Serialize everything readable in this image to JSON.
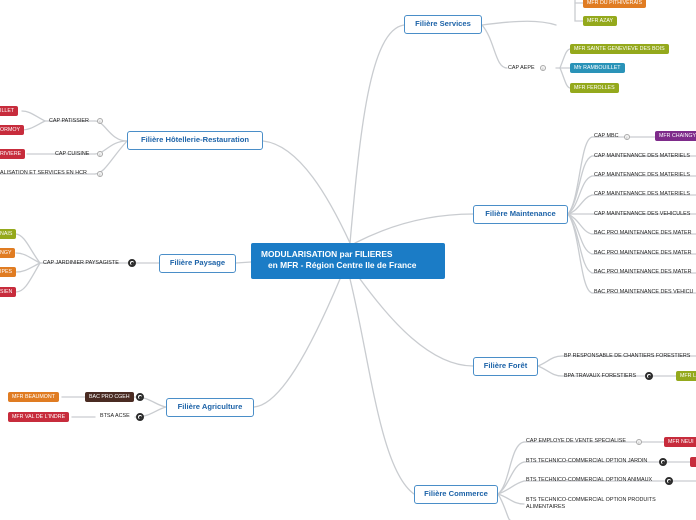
{
  "center": {
    "line1": "MODULARISATION par FILIERES",
    "line2": "en MFR - Région Centre Ile de France"
  },
  "branches": {
    "services": "Filière Services",
    "hotellerie": "Filière Hôtellerie-Restauration",
    "maintenance": "Filière Maintenance",
    "paysage": "Filière Paysage",
    "foret": "Filière Forêt",
    "agriculture": "Filière Agriculture",
    "commerce": "Filière Commerce"
  },
  "services": {
    "cap_aepe": "CAP AEPE",
    "tags": [
      "MFR DU PITHIVERAIS",
      "MFR AZAY",
      "MFR SAINTE GENEVIEVE DES BOIS",
      "Mfr RAMBOUILLET",
      "MFR FEROLLES"
    ]
  },
  "hotellerie": {
    "cap_patissier": "CAP PATISSIER",
    "cap_cuisine": "CAP CUISINE",
    "commercialisation": "ALISATION ET SERVICES EN HCR",
    "tags": [
      "ILLET",
      "ORMOY",
      "RIVIERE"
    ]
  },
  "maintenance": {
    "items": [
      "CAP MBC",
      "CAP MAINTENANCE DES MATERIELS",
      "CAP MAINTENANCE DES MATERIELS",
      "CAP MAINTENANCE DES MATERIELS",
      "CAP MAINTENANCE DES VEHICULES",
      "BAC PRO MAINTENANCE DES MATER",
      "BAC PRO MAINTENANCE DES MATER",
      "BAC PRO MAINTENANCE DES MATER",
      "BAC PRO MAINTENANCE DES VEHICU"
    ],
    "tag": "MFR CHAINGY"
  },
  "paysage": {
    "cap_jardinier": "CAP JARDINIER PAYSAGISTE",
    "tags": [
      "NAIS",
      "NGY",
      "IPES",
      "SIEN"
    ]
  },
  "foret": {
    "bp": "BP RESPONSABLE DE CHANTIERS FORESTIERS",
    "bpa": "BPA TRAVAUX FORESTIERS",
    "tag": "MFR L"
  },
  "agriculture": {
    "bac_pro": "BAC PRO CGEH",
    "btsa": "BTSA ACSE",
    "tags": [
      "MFR BEAUMONT",
      "MFR VAL DE L'INDRE"
    ]
  },
  "commerce": {
    "cap_employe": "CAP EMPLOYE DE VENTE SPECIALISE",
    "bts_jardin": "BTS TECHNICO-COMMERCIAL OPTION JARDIN",
    "bts_animaux": "BTS TECHNICO-COMMERCIAL OPTION ANIMAUX",
    "bts_produits_1": "BTS TECHNICO-COMMERCIAL OPTION PRODUITS",
    "bts_produits_2": "ALIMENTAIRES",
    "tag": "MFR NEUI"
  }
}
